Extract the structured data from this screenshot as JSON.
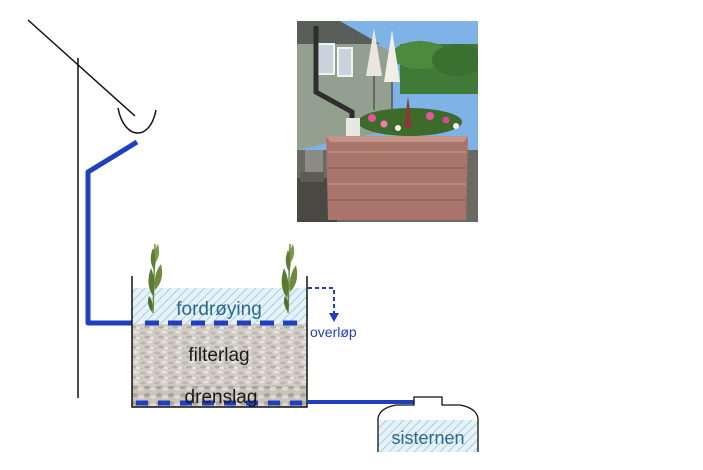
{
  "labels": {
    "retention": "fordrøying",
    "filter": "filterlag",
    "drain": "drenslag",
    "overflow": "overløp",
    "cistern": "sisternen"
  },
  "colors": {
    "pipe": "#1f3fbf",
    "retention_text": "#2b6a8a",
    "overflow_text": "#1f3fbf",
    "cistern_text": "#2b6a8a",
    "gravel": "#d6d2cb",
    "hatch": "#a8cfe0",
    "planter_wall": "#a9746a",
    "sky": "#7fb3e8"
  },
  "photo": {
    "description_icon": "photo-planter-icon"
  }
}
